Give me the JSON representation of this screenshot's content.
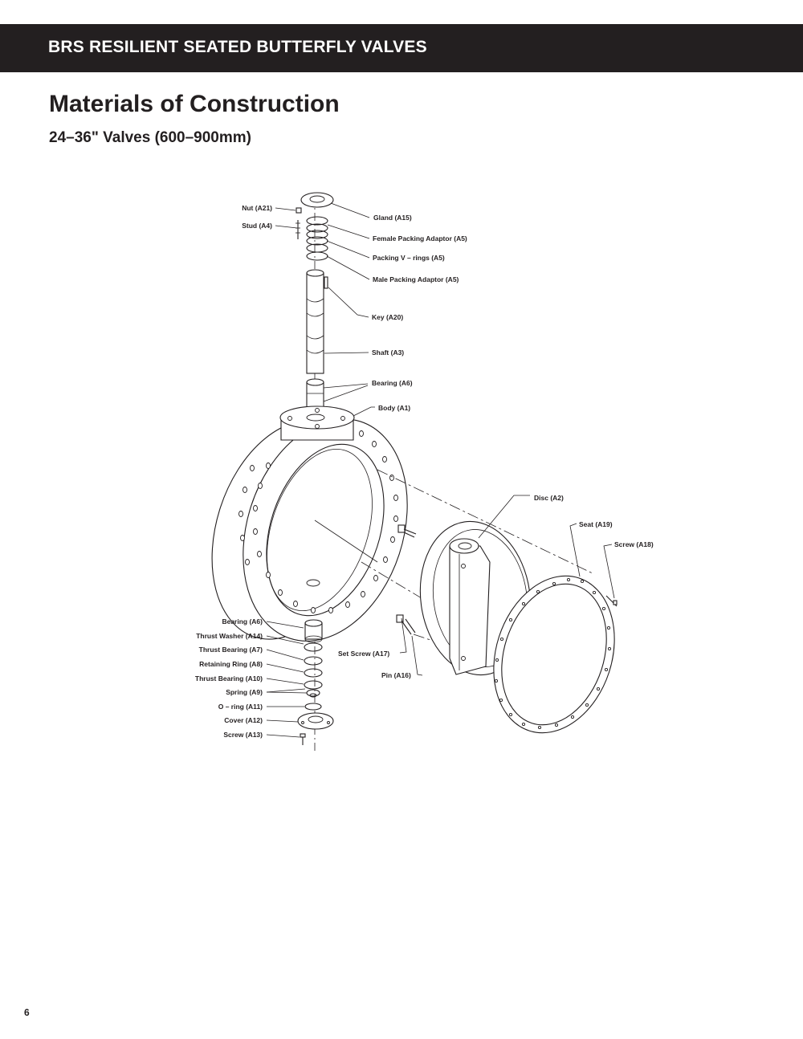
{
  "header": {
    "title": "BRS RESILIENT SEATED BUTTERFLY VALVES"
  },
  "page": {
    "title": "Materials of Construction",
    "subtitle": "24–36\" Valves (600–900mm)",
    "number": "6"
  },
  "diagram": {
    "labels": {
      "nut": "Nut (A21)",
      "stud": "Stud (A4)",
      "gland": "Gland (A15)",
      "female_packing_adaptor": "Female Packing Adaptor (A5)",
      "packing_v_rings": "Packing V – rings (A5)",
      "male_packing_adaptor": "Male Packing Adaptor (A5)",
      "key": "Key (A20)",
      "shaft": "Shaft (A3)",
      "bearing_top": "Bearing (A6)",
      "body": "Body (A1)",
      "disc": "Disc (A2)",
      "seat": "Seat (A19)",
      "screw_seat": "Screw (A18)",
      "bearing_bottom": "Bearing (A6)",
      "thrust_washer": "Thrust Washer (A14)",
      "thrust_bearing_a7": "Thrust Bearing (A7)",
      "retaining_ring": "Retaining Ring (A8)",
      "thrust_bearing_a10": "Thrust Bearing (A10)",
      "spring": "Spring (A9)",
      "o_ring": "O – ring (A11)",
      "cover": "Cover (A12)",
      "screw_cover": "Screw (A13)",
      "set_screw": "Set Screw (A17)",
      "pin": "Pin (A16)"
    }
  }
}
